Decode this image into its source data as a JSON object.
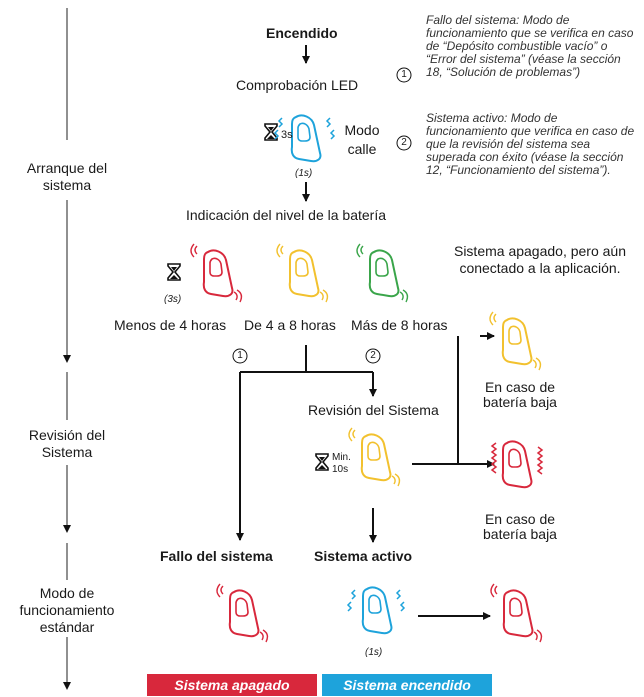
{
  "colors": {
    "red": "#d8283c",
    "blue": "#1ea3db",
    "yellow": "#f2c12e",
    "green": "#3aa54a",
    "arrow": "#111111"
  },
  "phases": {
    "startup": "Arranque del sistema",
    "review": "Revisión del Sistema",
    "standard": "Modo de funcionamiento estándar"
  },
  "flow": {
    "power_on": "Encendido",
    "led_check": "Comprobación LED",
    "wait_3s": "3s",
    "street_mode": "Modo calle",
    "blink_1s": "(1s)",
    "battery_indication": "Indicación del nivel de la batería",
    "battery_wait": "(3s)",
    "battery_less_4": "Menos de 4 horas",
    "battery_4_8": "De 4 a 8 horas",
    "battery_more_8": "Más de 8 horas",
    "off_connected": "Sistema apagado, pero aún conectado a la aplicación.",
    "marker_1": "1",
    "marker_2": "2",
    "system_review": "Revisión del Sistema",
    "min_10s": "Min. 10s",
    "low_battery_1": "En caso de batería baja",
    "low_battery_2": "En caso de batería baja",
    "system_fault": "Fallo del sistema",
    "system_active": "Sistema activo",
    "blink_1s_b": "(1s)"
  },
  "notes": {
    "n1_number": "1",
    "n1_text": "Fallo del sistema: Modo de funcionamiento que se verifica en caso de “Depósito combustible vacío” o “Error del sistema” (véase la sección 18, “Solución de problemas”)",
    "n2_number": "2",
    "n2_text": "Sistema activo: Modo de funcionamiento que verifica en caso de que la revisión del sistema sea superada con éxito (véase la sección 12, “Funcionamiento del sistema”)."
  },
  "legend": {
    "off": "Sistema apagado",
    "on": "Sistema encendido"
  }
}
